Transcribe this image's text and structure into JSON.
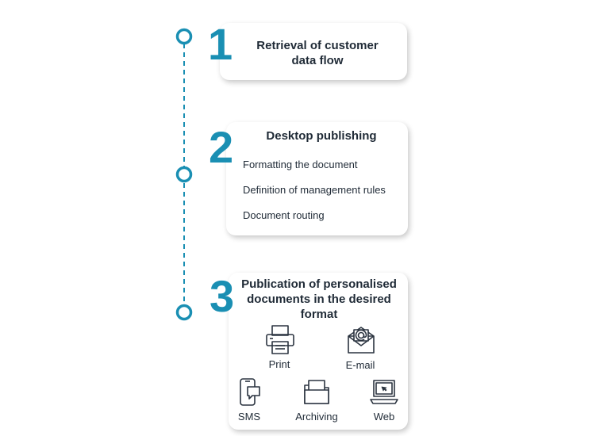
{
  "steps": [
    {
      "number": "1",
      "title": "Retrieval of customer data flow"
    },
    {
      "number": "2",
      "title": "Desktop publishing",
      "items": [
        "Formatting the document",
        "Definition of management rules",
        "Document routing"
      ]
    },
    {
      "number": "3",
      "title": "Publication of personalised documents in the desired format",
      "channels": [
        "Print",
        "E-mail",
        "SMS",
        "Archiving",
        "Web"
      ]
    }
  ],
  "colors": {
    "accent": "#1a8fb3",
    "text": "#1f2a36",
    "icon": "#2b3440"
  },
  "icons": [
    "printer-icon",
    "email-icon",
    "sms-icon",
    "archive-folder-icon",
    "web-laptop-icon"
  ]
}
